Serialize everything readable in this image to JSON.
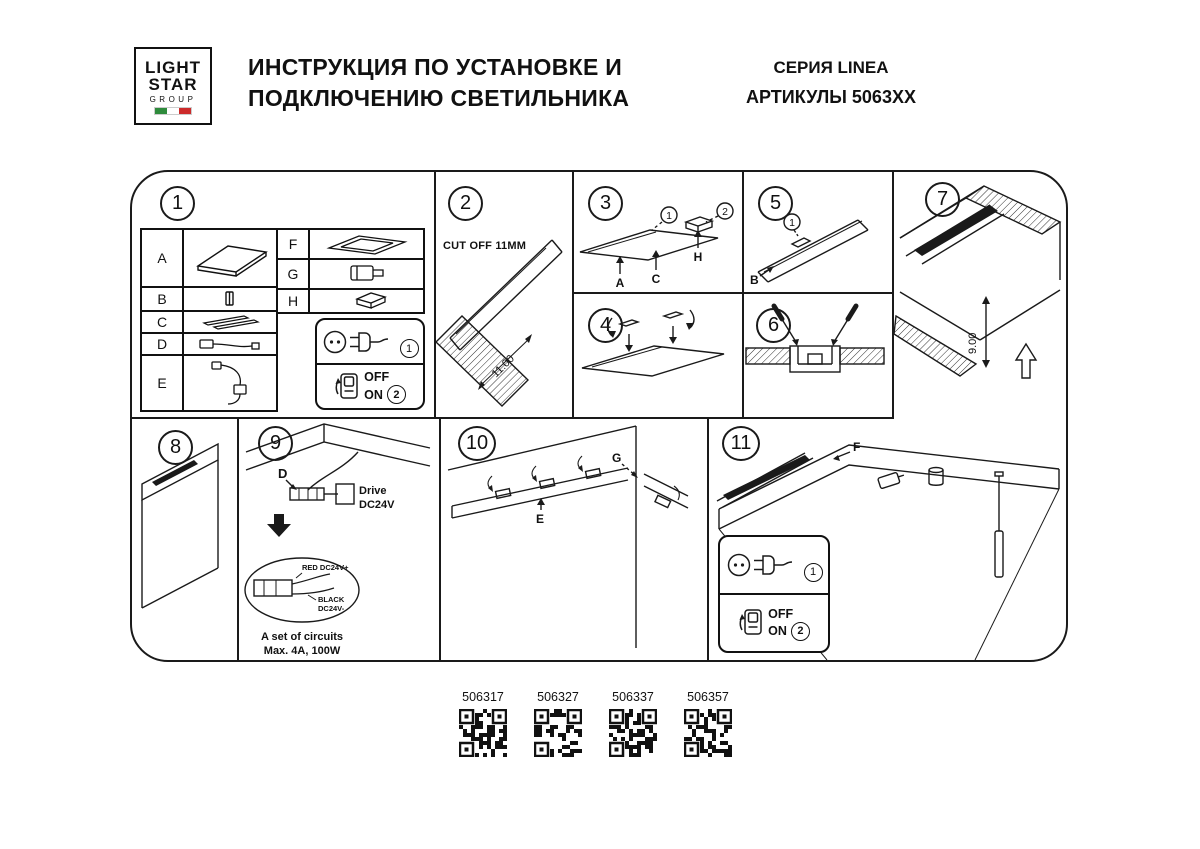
{
  "header": {
    "logo_line1": "LIGHT",
    "logo_line2": "STAR",
    "logo_line3": "GROUP",
    "title_line1": "ИНСТРУКЦИЯ ПО УСТАНОВКЕ И",
    "title_line2": "ПОДКЛЮЧЕНИЮ СВЕТИЛЬНИКА",
    "series": "СЕРИЯ LINEA",
    "articles": "АРТИКУЛЫ 5063XX"
  },
  "steps": {
    "s1": "1",
    "s2": "2",
    "s3": "3",
    "s4": "4",
    "s5": "5",
    "s6": "6",
    "s7": "7",
    "s8": "8",
    "s9": "9",
    "s10": "10",
    "s11": "11"
  },
  "parts": {
    "a": "A",
    "b": "B",
    "c": "C",
    "d": "D",
    "e": "E",
    "f": "F",
    "g": "G",
    "h": "H"
  },
  "refs": {
    "r1": "1",
    "r2": "2"
  },
  "panel2": {
    "cut_off": "CUT OFF 11MM",
    "dimension": "11.00"
  },
  "panel7": {
    "dimension": "9.00"
  },
  "panel9": {
    "drive_line1": "Drive",
    "drive_line2": "DC24V",
    "wire_red": "RED DC24V+",
    "wire_black_line1": "BLACK",
    "wire_black_line2": "DC24V-",
    "note_line1": "A set of circuits",
    "note_line2": "Max. 4A, 100W"
  },
  "power": {
    "off_label": "OFF",
    "on_label": "ON"
  },
  "qr_codes": [
    {
      "label": "506317"
    },
    {
      "label": "506327"
    },
    {
      "label": "506337"
    },
    {
      "label": "506357"
    }
  ]
}
